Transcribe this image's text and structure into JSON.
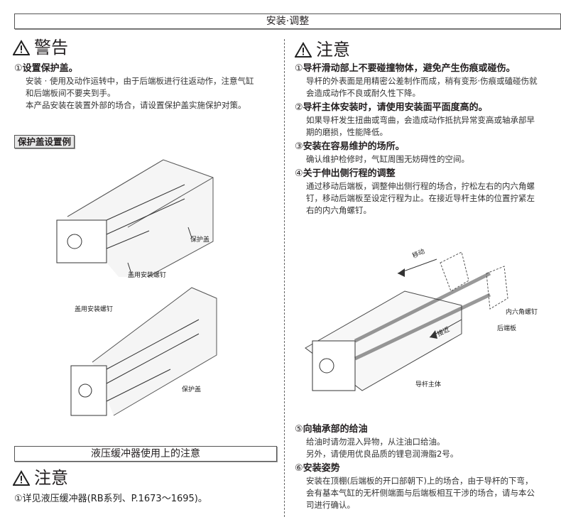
{
  "header": "安装·调整",
  "left": {
    "warning_title": "警告",
    "items": [
      {
        "num": "①",
        "title": "设置保护盖。",
        "lines": [
          "安装 · 使用及动作运转中，由于后端板进行往返动作，注意气缸",
          "和后端板间不要夹到手。",
          "本产品安装在装置外部的场合，请设置保护盖实施保护对策。"
        ]
      }
    ],
    "example_tag": "保护盖设置例",
    "fig1_labels": [
      "保护盖",
      "盖用安装螺钉"
    ],
    "fig2_labels": [
      "盖用安装螺钉",
      "保护盖"
    ],
    "section2_header": "液压缓冲器使用上的注意",
    "caution_title": "注意",
    "caution_item": "①详见液压缓冲器(RB系列、P.1673～1695)。"
  },
  "right": {
    "caution_title": "注意",
    "items": [
      {
        "num": "①",
        "title": "导杆滑动部上不要碰撞物体，避免产生伤痕或碰伤。",
        "lines": [
          "导杆的外表面是用精密公差制作而成，稍有变形·伤痕或磕碰伤就",
          "会造成动作不良或耐久性下降。"
        ]
      },
      {
        "num": "②",
        "title": "导杆主体安装时，请使用安装面平面度高的。",
        "lines": [
          "如果导杆发生扭曲或弯曲，会造成动作抵抗异常变高或轴承部早",
          "期的磨损，性能降低。"
        ]
      },
      {
        "num": "③",
        "title": "安装在容易维护的场所。",
        "lines": [
          "确认维护检修时，气缸周围无妨碍性的空间。"
        ]
      },
      {
        "num": "④",
        "title": "关于伸出侧行程的调整",
        "lines": [
          "通过移动后端板，调整伸出侧行程的场合，拧松左右的内六角螺",
          "钉，移动后端板至设定行程为止。在接近导杆主体的位置拧紧左",
          "右的内六角螺钉。"
        ]
      },
      {
        "num": "⑤",
        "title": "向轴承部的给油",
        "lines": [
          "给油时请勿混入异物，从注油口给油。",
          "另外，请使用优良品质的锂皂润滑脂2号。"
        ]
      },
      {
        "num": "⑥",
        "title": "安装姿势",
        "lines": [
          "安装在顶棚(后端板的开口部朝下)上的场合，由于导杆的下弯，",
          "会有基本气缸的无杆侧端面与后端板相互干涉的场合，请与本公",
          "司进行确认。"
        ]
      }
    ],
    "fig_labels": {
      "move": "移动",
      "approach": "接近",
      "hex_screw": "内六角螺钉",
      "rear_plate": "后端板",
      "guide_body": "导杆主体"
    }
  }
}
